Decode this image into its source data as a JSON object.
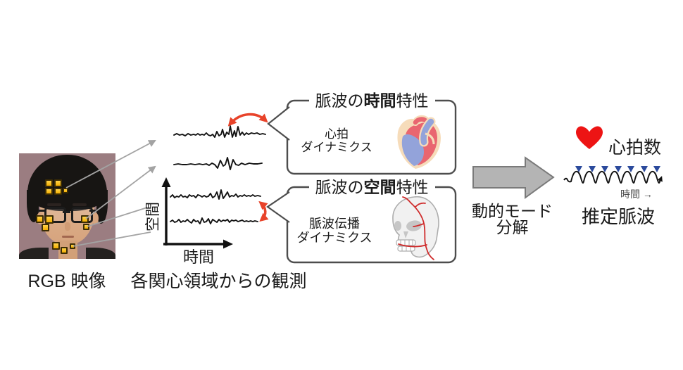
{
  "captions": {
    "rgb_video": "RGB 映像",
    "observations": "各関心領域からの観測"
  },
  "axes": {
    "x_label": "時間",
    "y_label": "空間"
  },
  "temporal_box": {
    "title_prefix": "脈波の",
    "title_emph": "時間",
    "title_suffix": "特性",
    "body_line1": "心拍",
    "body_line2": "ダイナミクス"
  },
  "spatial_box": {
    "title_prefix": "脈波の",
    "title_emph": "空間",
    "title_suffix": "特性",
    "body_line1": "脈波伝播",
    "body_line2": "ダイナミクス"
  },
  "dmd": {
    "line1": "動的モード",
    "line2": "分解"
  },
  "output": {
    "heart_rate_label": "心拍数",
    "time_axis_label": "時間 →",
    "estimated_pulse_label": "推定脈波"
  },
  "icons": {
    "heart_icon": "red-heart",
    "heart_anatomy_icon": "anatomical-heart-illustration",
    "skull_icon": "skull-with-arteries-illustration",
    "dmd_arrow": "large-gray-right-arrow",
    "roi_marker": "yellow-roi-square"
  },
  "colors": {
    "accent_red": "#e8432a",
    "heart_red": "#ed1414",
    "marker_navy": "#2b4a9c",
    "roi_yellow": "#fcc216",
    "dmd_arrow_gray": "#b4b4b4",
    "connector_gray": "#a3a3a3",
    "box_border": "#4d4d4d"
  }
}
